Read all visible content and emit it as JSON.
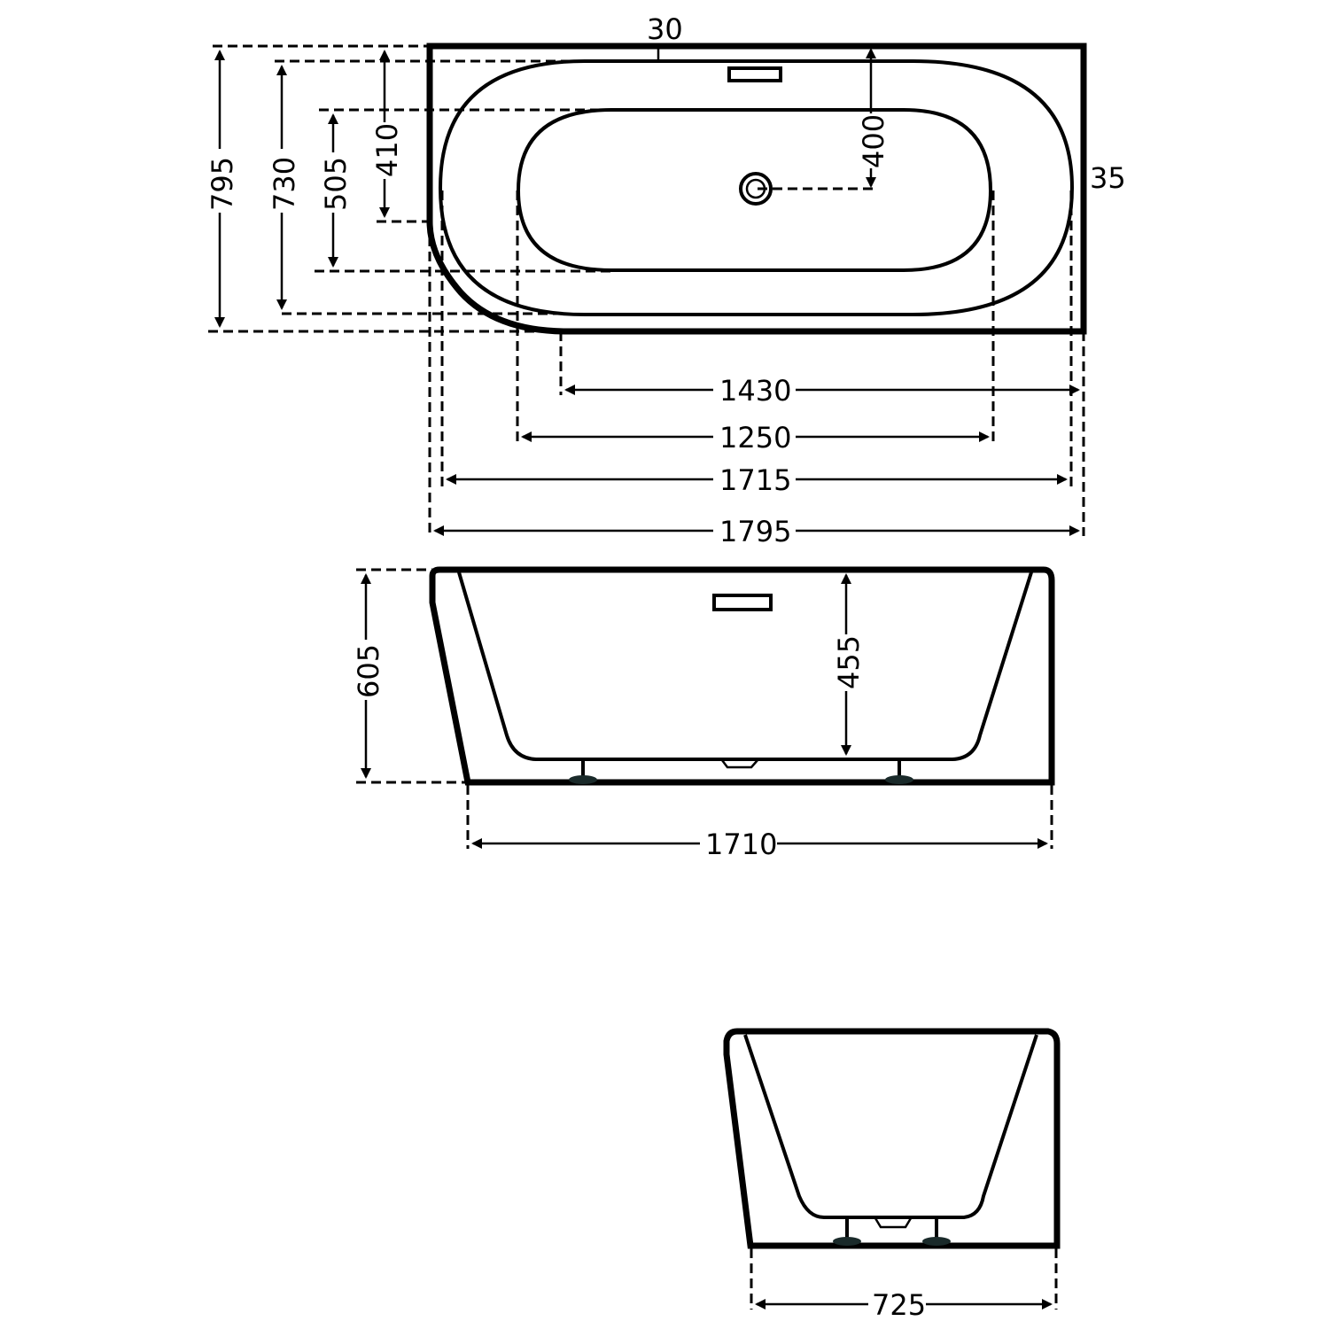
{
  "diagram": {
    "subject": "Back-to-wall corner bathtub technical drawing",
    "units": "mm",
    "colors": {
      "line": "#000000",
      "background": "#ffffff",
      "feet": "#1a2a2a"
    },
    "top_view": {
      "dimensions": {
        "overall_width": "795",
        "inner_rim_width": "730",
        "basin_width": "505",
        "wall_straight_depth": "410",
        "drain_offset": "400",
        "rim_top": "30",
        "rim_side": "35",
        "rim_length_1430": "1430",
        "basin_length": "1250",
        "inner_rim_length": "1715",
        "overall_length": "1795"
      }
    },
    "side_view": {
      "dimensions": {
        "overall_height": "605",
        "basin_depth": "455",
        "base_length": "1710"
      }
    },
    "end_view": {
      "dimensions": {
        "base_width": "725"
      }
    }
  }
}
